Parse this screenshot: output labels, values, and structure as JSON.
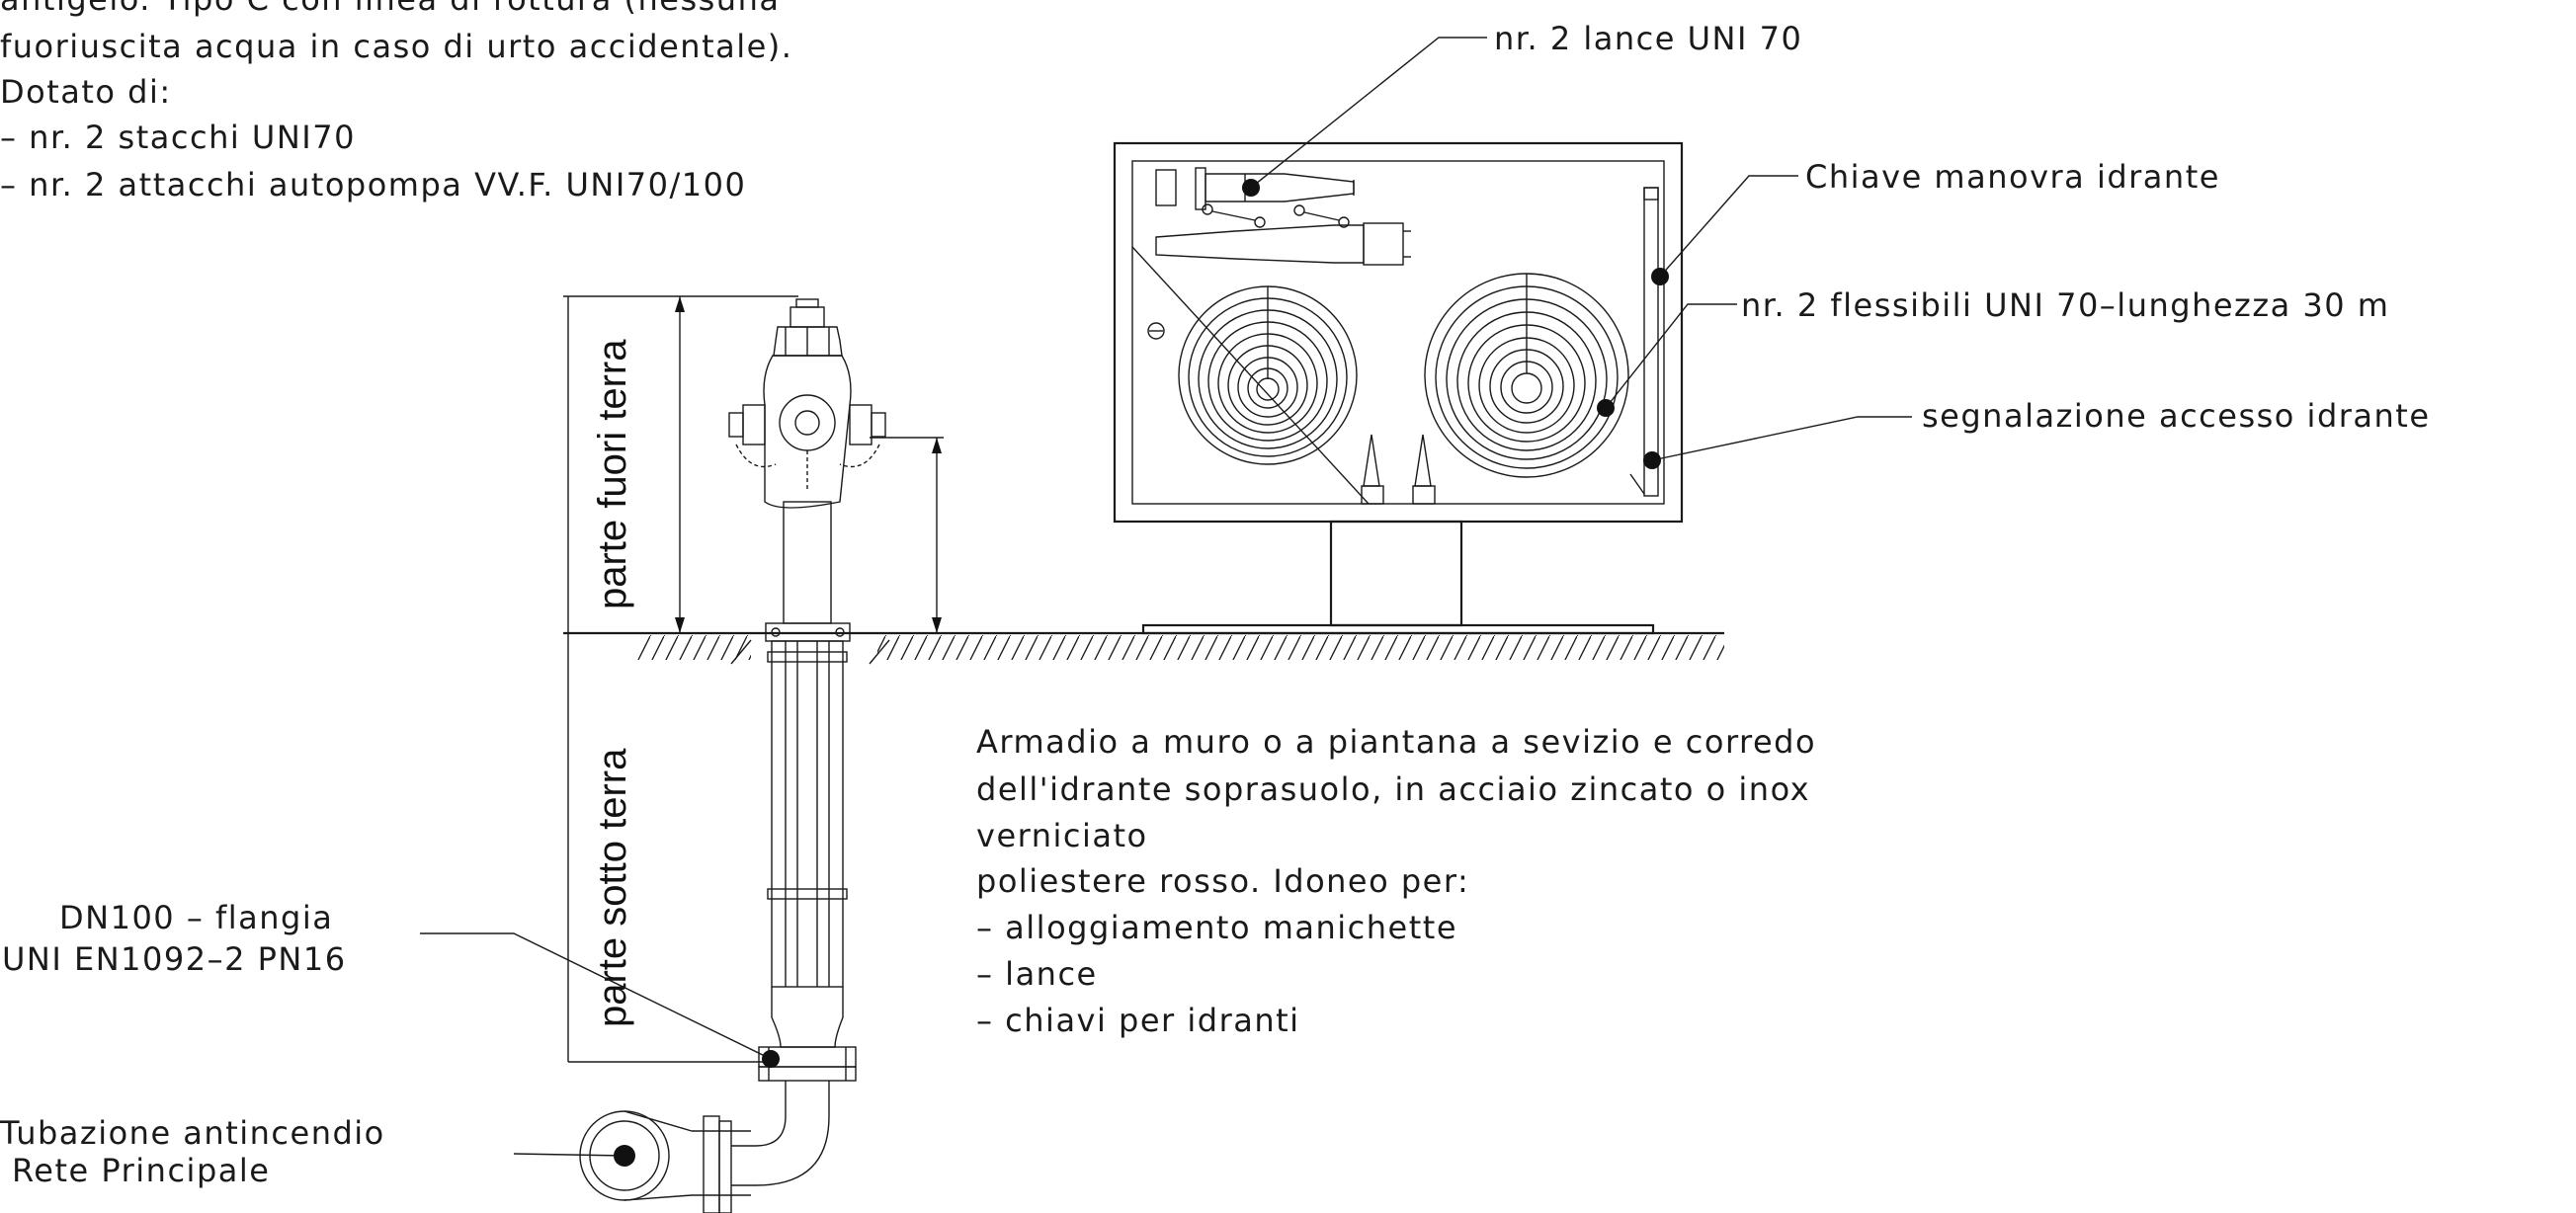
{
  "top_description": {
    "line1": "antigelo. Tipo C con linea di rottura (nessuna",
    "line2": "fuoriuscita acqua in caso di urto accidentale).",
    "line3": "Dotato di:",
    "line4": "– nr. 2 stacchi UNI70",
    "line5": "– nr. 2 attacchi autopompa VV.F. UNI70/100"
  },
  "cabinet_labels": {
    "lance": "nr. 2 lance UNI 70",
    "chiave": "Chiave manovra idrante",
    "flessibili": "nr. 2 flessibili UNI 70–lunghezza 30 m",
    "segnalazione": "segnalazione accesso idrante"
  },
  "hydrant_labels": {
    "fuori_terra": "parte fuori terra",
    "sotto_terra": "parte sotto terra",
    "flangia_1": "DN100 – flangia",
    "flangia_2": "UNI EN1092–2 PN16",
    "tubazione_1": "Tubazione antincendio",
    "tubazione_2": "Rete Principale"
  },
  "cabinet_description": {
    "line1": "Armadio a muro o a piantana a sevizio e corredo",
    "line2": "dell'idrante soprasuolo, in acciaio zincato o inox",
    "line3": "verniciato",
    "line4": "poliestere rosso. Idoneo per:",
    "line5": "– alloggiamento manichette",
    "line6": "– lance",
    "line7": "– chiavi per idranti"
  }
}
